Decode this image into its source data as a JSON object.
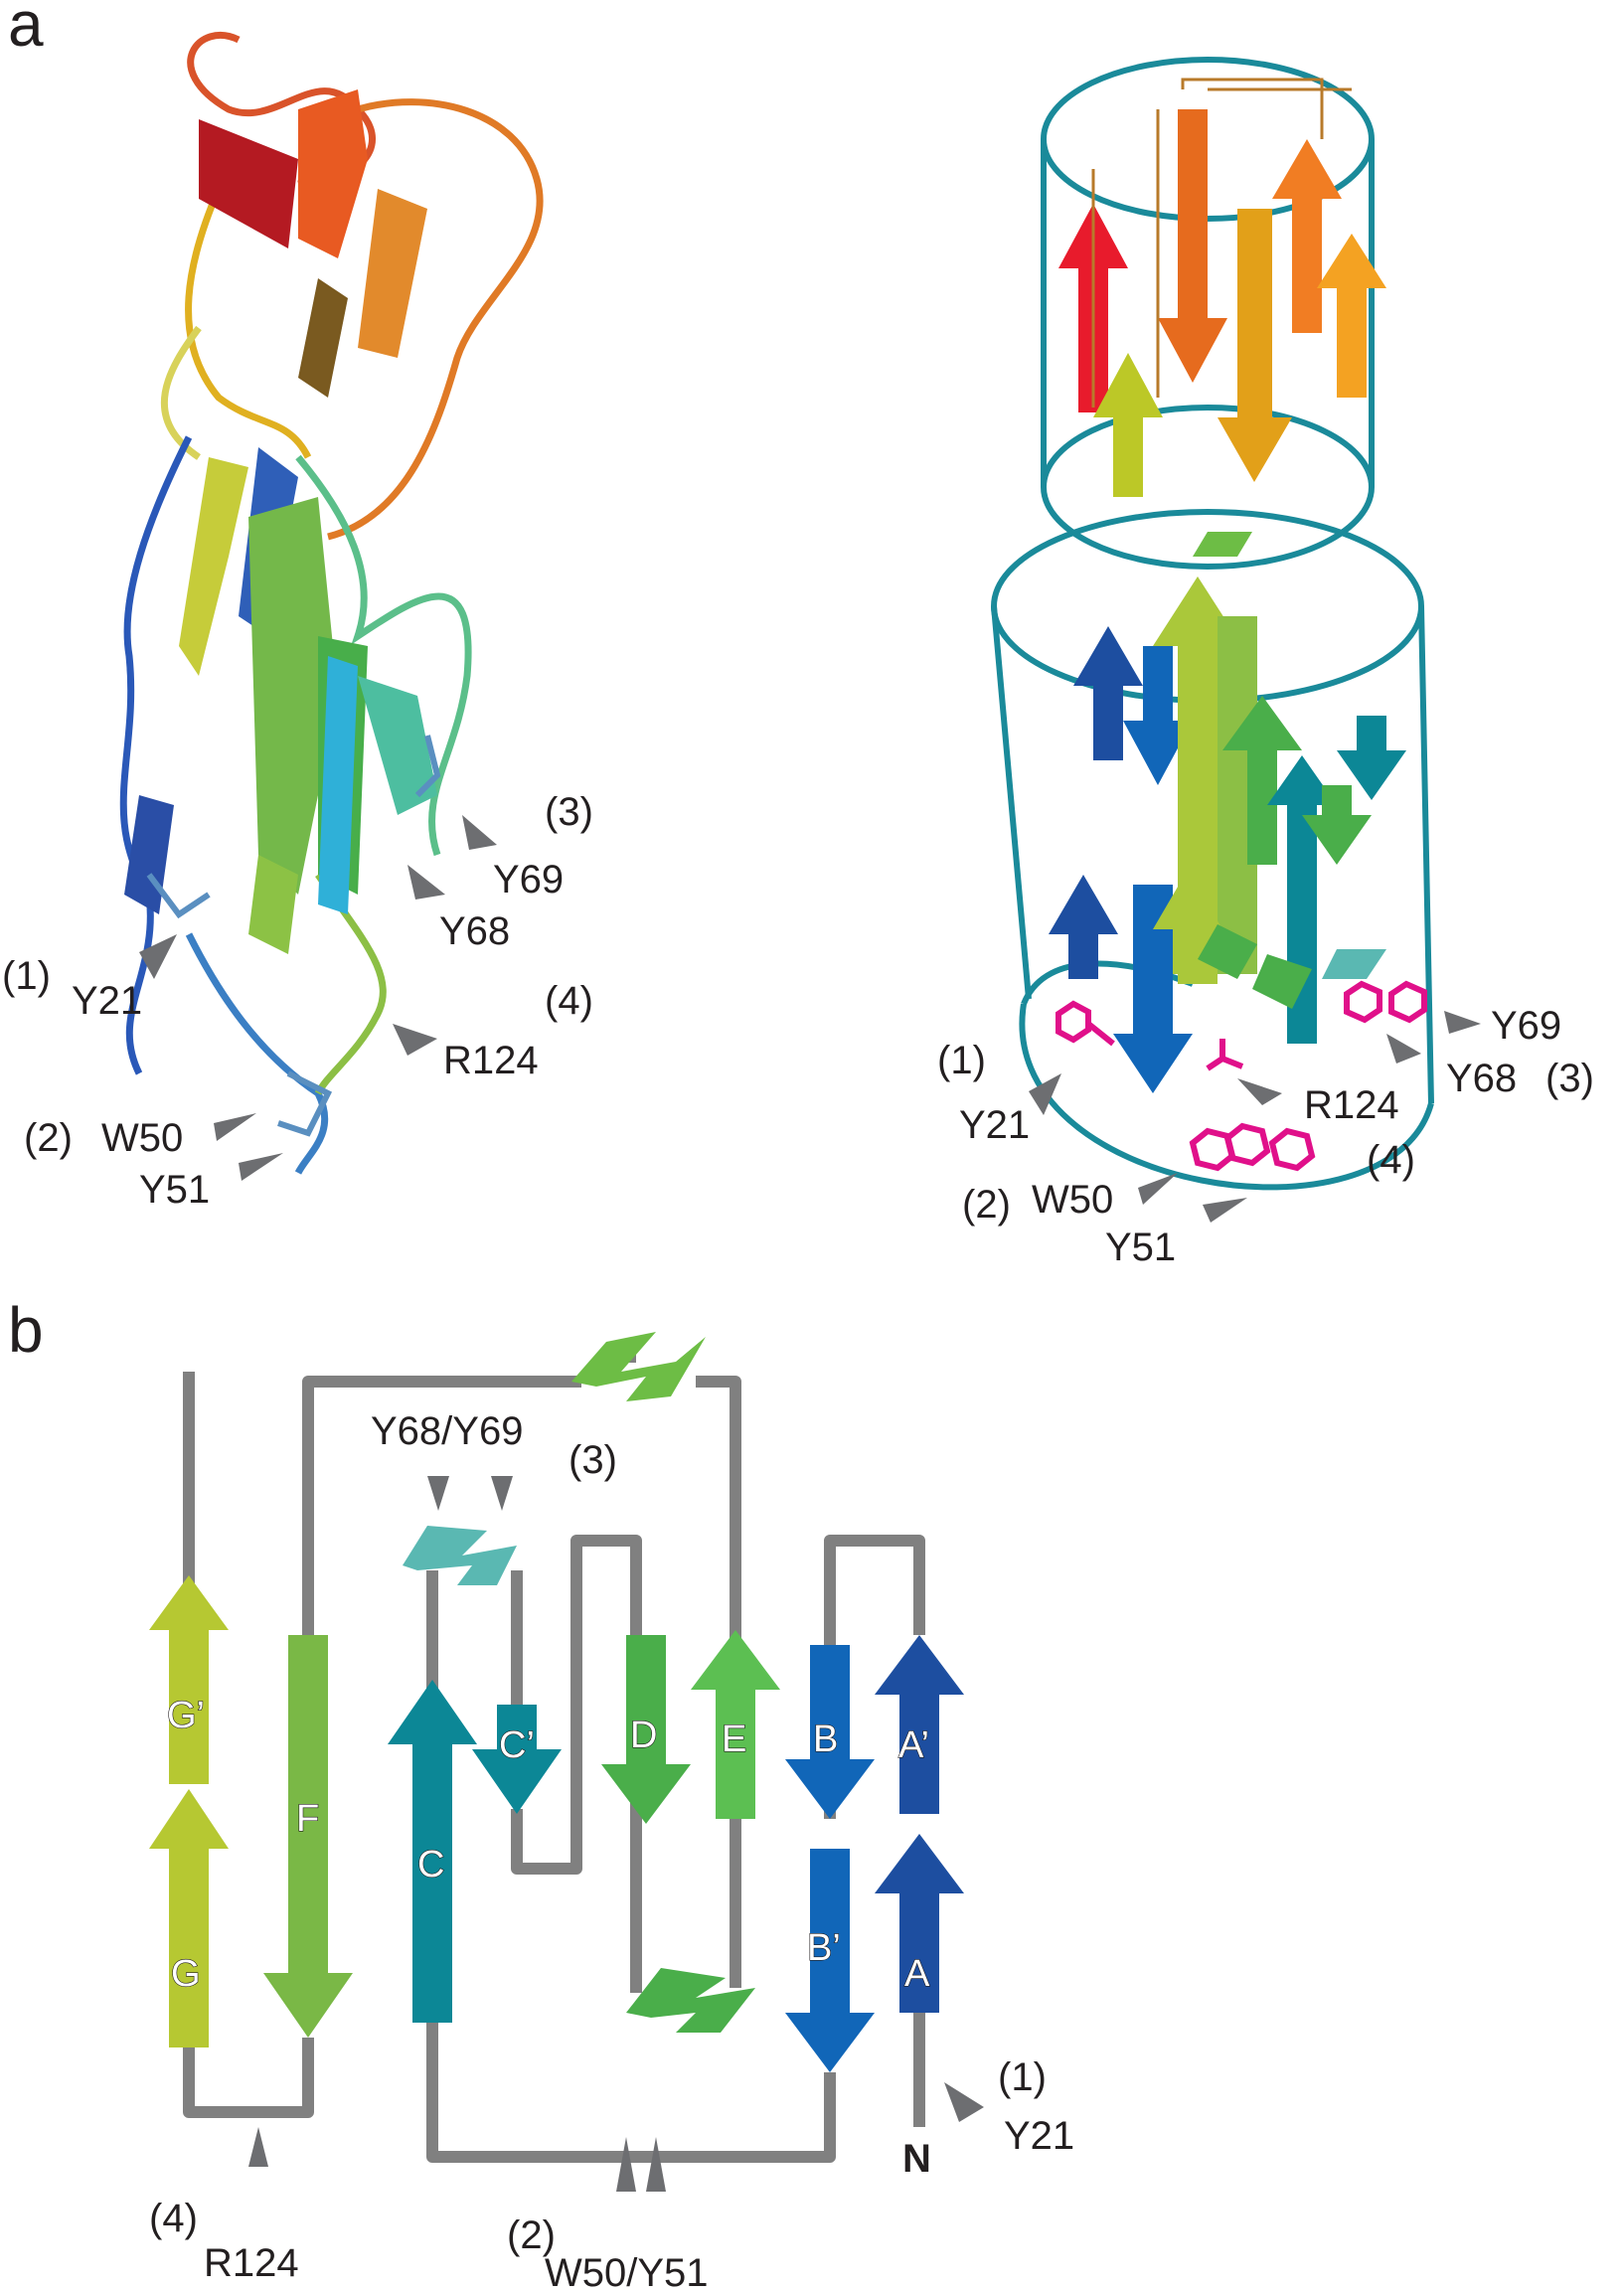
{
  "panels": {
    "a": "a",
    "b": "b"
  },
  "colors": {
    "loop": "#808080",
    "cylinder": "#1a8a9a",
    "residue": "#e0108a",
    "arrowhead": "#6d6e71",
    "A": "#1d4ea0",
    "A_prime": "#1d4ea0",
    "B": "#1166b8",
    "B_prime": "#1166b8",
    "C": "#0c8796",
    "C_prime": "#0c8796",
    "D": "#4aae4a",
    "E": "#5cbf52",
    "F": "#7ab846",
    "G": "#b6c832",
    "G_prime": "#b6c832",
    "helix_top": "#6dbd45",
    "helix_y68": "#5ab8b2",
    "helix_bottom": "#4aae4a"
  },
  "panel_a": {
    "ribbon_labels": {
      "y21_num": "(1)",
      "y21": "Y21",
      "w50_num": "(2)",
      "w50": "W50",
      "y51": "Y51",
      "y69_num": "(3)",
      "y69": "Y69",
      "y68": "Y68",
      "r124_num": "(4)",
      "r124": "R124"
    },
    "schematic_labels": {
      "y21_num": "(1)",
      "y21": "Y21",
      "w50_num": "(2)",
      "w50": "W50",
      "y51": "Y51",
      "y69": "Y69",
      "y68": "Y68",
      "y68_num": "(3)",
      "r124": "R124",
      "r124_num": "(4)"
    }
  },
  "panel_b": {
    "strands": {
      "G_prime": "G’",
      "G": "G",
      "F": "F",
      "C": "C",
      "C_prime": "C’",
      "D": "D",
      "E": "E",
      "B": "B",
      "B_prime": "B’",
      "A_prime": "A’",
      "A": "A"
    },
    "labels": {
      "y68_y69": "Y68/Y69",
      "y68_num": "(3)",
      "r124_num": "(4)",
      "r124": "R124",
      "w50_num": "(2)",
      "w50_y51": "W50/Y51",
      "y21_num": "(1)",
      "y21": "Y21",
      "n_terminus": "N"
    }
  }
}
